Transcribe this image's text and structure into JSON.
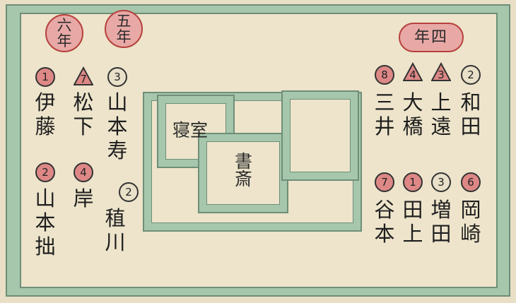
{
  "colors": {
    "paper": "#ede4cb",
    "border": "#a6c7ac",
    "line": "#6e8e78",
    "stamp": "#e8a9a6",
    "mark_pink": "#dd8886"
  },
  "rooms": {
    "bedroom": "寝室",
    "study": "書斎"
  },
  "grades": {
    "sixth": "六年",
    "fifth": "五年",
    "fourth": "年四"
  },
  "left_group": [
    {
      "name": "伊藤",
      "mark": "1",
      "mark_style": "circle-pink"
    },
    {
      "name": "松下",
      "mark": "7",
      "mark_style": "triangle"
    },
    {
      "name": "山本寿",
      "mark": "3",
      "mark_style": "circle"
    },
    {
      "name": "山本拙",
      "mark": "2",
      "mark_style": "circle-pink"
    },
    {
      "name": "岸",
      "mark": "4",
      "mark_style": "circle-pink"
    },
    {
      "name": "稙川",
      "mark": "2",
      "mark_style": "circle"
    }
  ],
  "right_group": [
    {
      "name": "三井",
      "mark": "8",
      "mark_style": "circle-pink"
    },
    {
      "name": "大橋",
      "mark": "4",
      "mark_style": "triangle"
    },
    {
      "name": "上遠",
      "mark": "3",
      "mark_style": "triangle"
    },
    {
      "name": "和田",
      "mark": "2",
      "mark_style": "circle"
    },
    {
      "name": "谷本",
      "mark": "7",
      "mark_style": "circle-pink"
    },
    {
      "name": "田上",
      "mark": "1",
      "mark_style": "circle-pink"
    },
    {
      "name": "増田",
      "mark": "3",
      "mark_style": "circle"
    },
    {
      "name": "岡崎",
      "mark": "6",
      "mark_style": "circle-pink"
    }
  ]
}
